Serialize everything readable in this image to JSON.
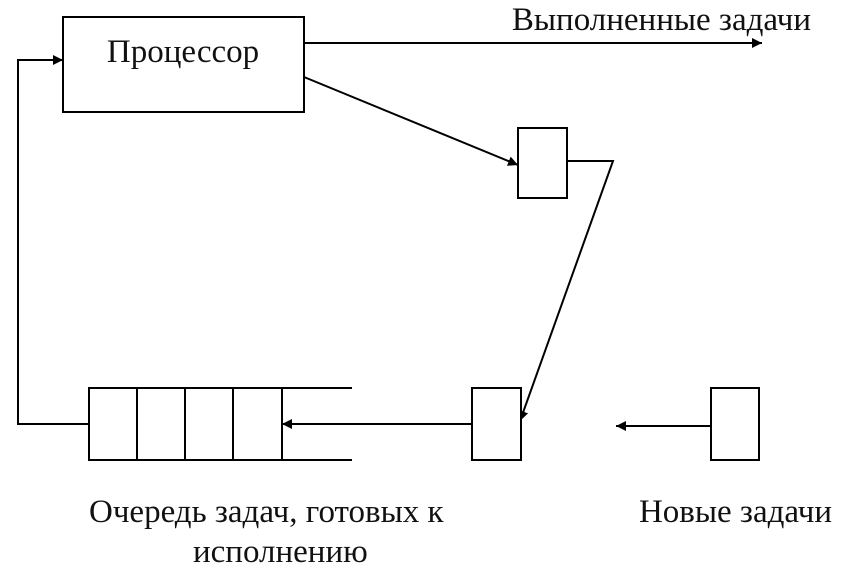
{
  "processor_label": "Процессор",
  "completed_tasks_label": "Выполненные задачи",
  "ready_queue_label_line1": "Очередь задач, готовых к",
  "ready_queue_label_line2": "исполнению",
  "new_tasks_label": "Новые задачи"
}
